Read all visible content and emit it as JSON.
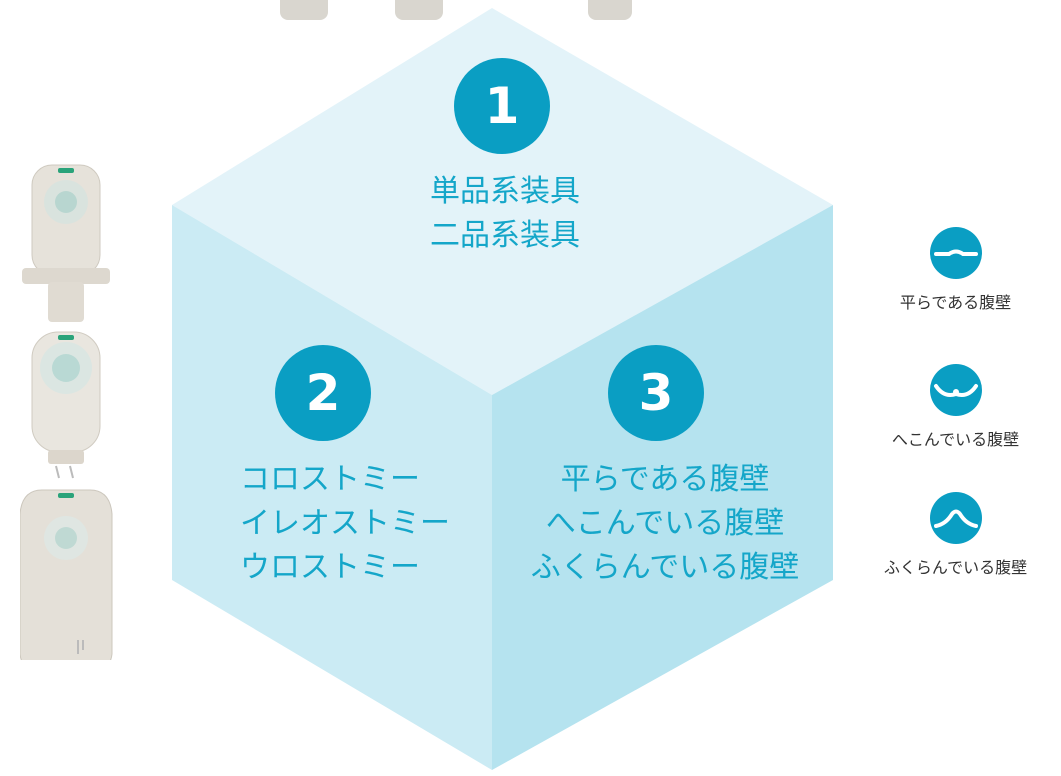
{
  "colors": {
    "accent": "#0a9ec3",
    "text_accent": "#14a6c9",
    "top_face": "#e3f3f9",
    "left_face": "#cbebf4",
    "right_face": "#b5e3ef"
  },
  "cube": {
    "top": {
      "number": "1",
      "lines": [
        "単品系装具",
        "二品系装具"
      ]
    },
    "left": {
      "number": "2",
      "lines": [
        "コロストミー",
        "イレオストミー",
        "ウロストミー"
      ]
    },
    "right": {
      "number": "3",
      "lines": [
        "平らである腹壁",
        "へこんでいる腹壁",
        "ふくらんでいる腹壁"
      ]
    }
  },
  "legend": {
    "items": [
      {
        "label": "平らである腹壁",
        "icon": "flat-abdomen-icon"
      },
      {
        "label": "へこんでいる腹壁",
        "icon": "concave-abdomen-icon"
      },
      {
        "label": "ふくらんでいる腹壁",
        "icon": "convex-abdomen-icon"
      }
    ]
  }
}
